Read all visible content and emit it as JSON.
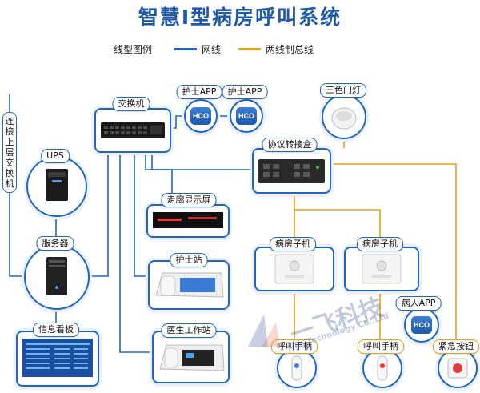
{
  "title": "智慧I型病房呼叫系统",
  "legend": {
    "label": "线型图例",
    "network": {
      "text": "网线",
      "color": "#1f66c2"
    },
    "bus": {
      "text": "两线制总线",
      "color": "#e3a21a"
    }
  },
  "nodes": {
    "upper_switch": "连接上层交换机",
    "ups": "UPS",
    "server": "服务器",
    "info_board": "信息看板",
    "switch": "交换机",
    "nurse_app_1": "护士APP",
    "nurse_app_2": "护士APP",
    "tricolor_light": "三色门灯",
    "protocol_box": "协议转接盒",
    "corridor_display": "走廊显示屏",
    "nurse_station": "护士站",
    "doctor_station": "医生工作站",
    "bed_unit_1": "病房子机",
    "bed_unit_2": "病房子机",
    "call_handle_1": "呼叫手柄",
    "call_handle_2": "呼叫手柄",
    "patient_app": "病人APP",
    "emergency_button": "紧急按钮"
  },
  "app_icon_text": "HCO",
  "watermark": {
    "cn": "一飞科技",
    "en": "YiFeiTechnology Co.,Ltd"
  },
  "colors": {
    "accent": "#1f66c2",
    "bus": "#e3a21a",
    "title": "#1f5aa8"
  }
}
